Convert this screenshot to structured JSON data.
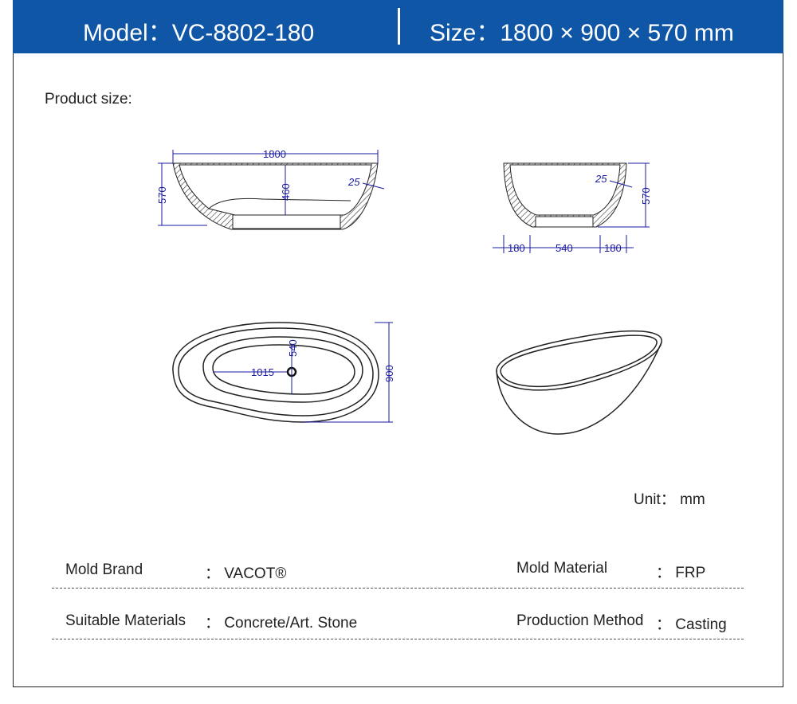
{
  "header": {
    "model": "Model：VC-8802-180",
    "size": "Size：1800 × 900 × 570 mm"
  },
  "product_size_label": "Product size:",
  "dims": {
    "length": "1800",
    "height": "570",
    "depth": "460",
    "wall": "25",
    "side_height": "570",
    "side_wall": "25",
    "base_left": "180",
    "base_mid": "540",
    "base_right": "180",
    "inner_length": "1015",
    "inner_width": "540",
    "width": "900"
  },
  "unit": "Unit：  mm",
  "specs": {
    "mold_brand_label": "Mold Brand",
    "mold_brand_value": "：  VACOT®",
    "mold_material_label": "Mold Material",
    "mold_material_value": "：   FRP",
    "suitable_label": "Suitable Materials",
    "suitable_value": "：  Concrete/Art. Stone",
    "method_label": "Production Method",
    "method_value": "：   Casting"
  }
}
